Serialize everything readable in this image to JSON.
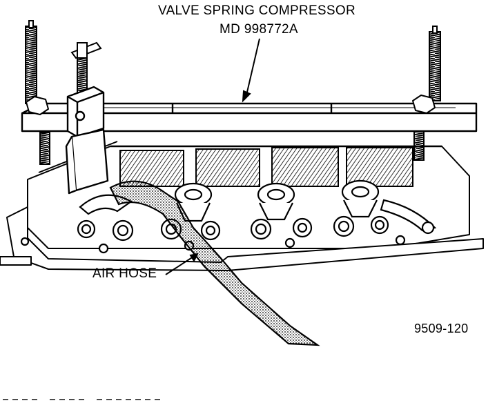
{
  "callouts": {
    "tool_name": "VALVE SPRING COMPRESSOR",
    "tool_number": "MD 998772A",
    "hose": "AIR HOSE"
  },
  "figure_number": "9509-120",
  "colors": {
    "ink": "#000000",
    "paper": "#ffffff"
  }
}
